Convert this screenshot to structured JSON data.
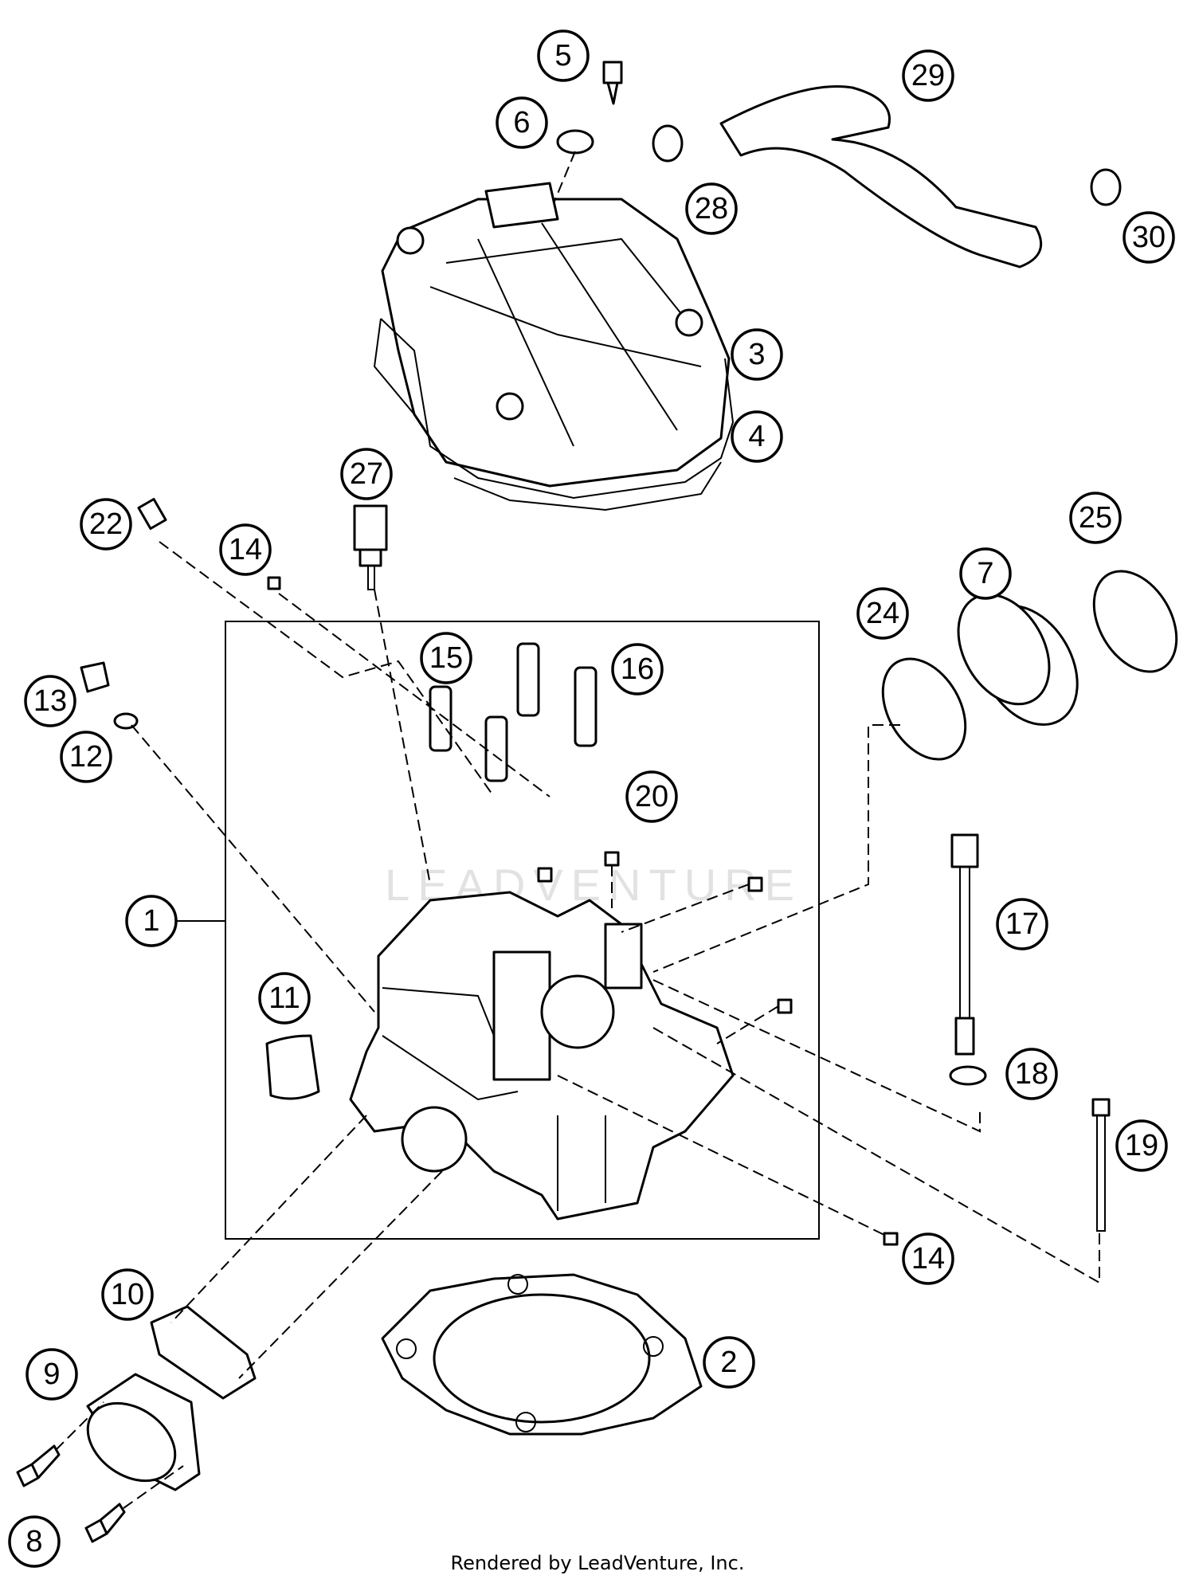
{
  "diagram": {
    "callouts": [
      "1",
      "2",
      "3",
      "4",
      "5",
      "6",
      "7",
      "8",
      "9",
      "10",
      "11",
      "12",
      "13",
      "14",
      "14",
      "15",
      "16",
      "17",
      "18",
      "19",
      "20",
      "22",
      "24",
      "25",
      "27",
      "28",
      "29",
      "30"
    ],
    "watermark": "LEADVENTURE",
    "footer": "Rendered by LeadVenture, Inc."
  }
}
